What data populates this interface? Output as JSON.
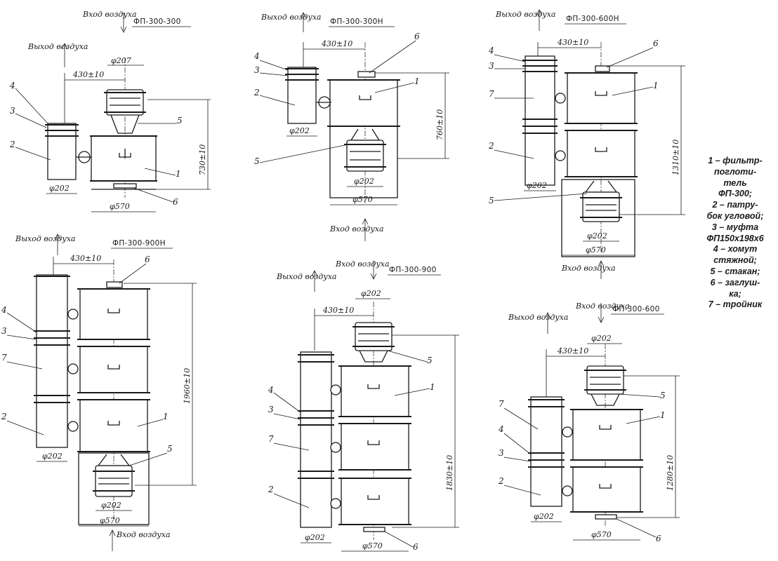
{
  "views": [
    {
      "id": "fp300_300",
      "title": "ФП-300-300",
      "flows": {
        "top_inlet": "Вход воздуха",
        "top_outlet": "Выход воздуха"
      },
      "dims": {
        "spacing": "430±10",
        "dia_top": "φ207",
        "height": "730±10",
        "dia_pipe": "φ202",
        "dia_body": "φ570"
      },
      "labels": [
        "4",
        "3",
        "2",
        "5",
        "1",
        "6"
      ]
    },
    {
      "id": "fp300_300n",
      "title": "ФП-300-300Н",
      "flows": {
        "top_outlet": "Выход воздуха",
        "bottom_inlet": "Вход воздуха"
      },
      "dims": {
        "spacing": "430±10",
        "height": "760±10",
        "dia_pipe": "φ202",
        "dia_stakan": "φ202",
        "dia_body": "φ570"
      },
      "labels": [
        "4",
        "3",
        "2",
        "6",
        "1",
        "5"
      ]
    },
    {
      "id": "fp300_600n",
      "title": "ФП-300-600Н",
      "flows": {
        "top_outlet": "Выход воздуха",
        "bottom_inlet": "Вход воздуха"
      },
      "dims": {
        "spacing": "430±10",
        "height": "1310±10",
        "dia_pipe": "φ202",
        "dia_stakan": "φ202",
        "dia_body": "φ570"
      },
      "labels": [
        "4",
        "3",
        "7",
        "2",
        "5",
        "6",
        "1"
      ]
    },
    {
      "id": "fp300_900n",
      "title": "ФП-300-900Н",
      "flows": {
        "top_outlet": "Выход воздуха",
        "bottom_inlet": "Вход воздуха"
      },
      "dims": {
        "spacing": "430±10",
        "height": "1960±10",
        "dia_pipe": "φ202",
        "dia_stakan": "φ202",
        "dia_body": "φ570"
      },
      "labels": [
        "6",
        "4",
        "3",
        "7",
        "2",
        "1",
        "5"
      ]
    },
    {
      "id": "fp300_900",
      "title": "ФП-300-900",
      "flows": {
        "top_inlet": "Вход воздуха",
        "top_outlet": "Выход воздуха"
      },
      "dims": {
        "spacing": "430±10",
        "dia_top": "φ202",
        "height": "1830±10",
        "dia_pipe": "φ202",
        "dia_body": "φ570"
      },
      "labels": [
        "4",
        "3",
        "7",
        "2",
        "5",
        "1",
        "6"
      ]
    },
    {
      "id": "fp300_600",
      "title": "ФП-300-600",
      "flows": {
        "top_inlet": "Вход воздуха",
        "top_outlet": "Выход воздуха"
      },
      "dims": {
        "spacing": "430±10",
        "dia_top": "φ202",
        "height": "1280±10",
        "dia_pipe": "φ202",
        "dia_body": "φ570"
      },
      "labels": [
        "7",
        "4",
        "3",
        "2",
        "5",
        "1",
        "6"
      ]
    }
  ],
  "legend": [
    "1 – фильтр-",
    "поглоти-",
    "тель",
    "ФП-300;",
    "2 – патру-",
    "бок угловой;",
    "3 – муфта",
    "ФП150х198х6",
    "4 – хомут",
    "стяжной;",
    "5 – стакан;",
    "6 – заглуш-",
    "ка;",
    "7 – тройник"
  ]
}
